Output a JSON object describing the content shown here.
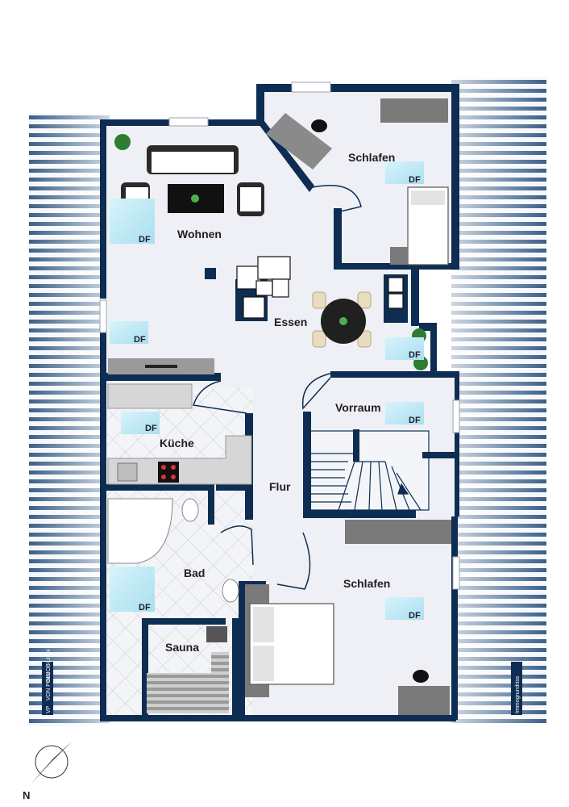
{
  "rooms": {
    "wohnen": "Wohnen",
    "essen": "Essen",
    "schlafen_top": "Schlafen",
    "schlafen_bottom": "Schlafen",
    "vorraum": "Vorraum",
    "kueche": "Küche",
    "flur": "Flur",
    "bad": "Bad",
    "sauna": "Sauna"
  },
  "df_label": "DF",
  "brand": {
    "logo": "VP",
    "name": "VON POLL",
    "sub": "IMMOBILIEN"
  },
  "side_label": "Immogrundriss",
  "compass": {
    "north": "N"
  },
  "colors": {
    "wall": "#0e2d52",
    "floor": "#eef0f5",
    "skylight": "#c6ecf7",
    "roof_stripe": "#355a80"
  }
}
